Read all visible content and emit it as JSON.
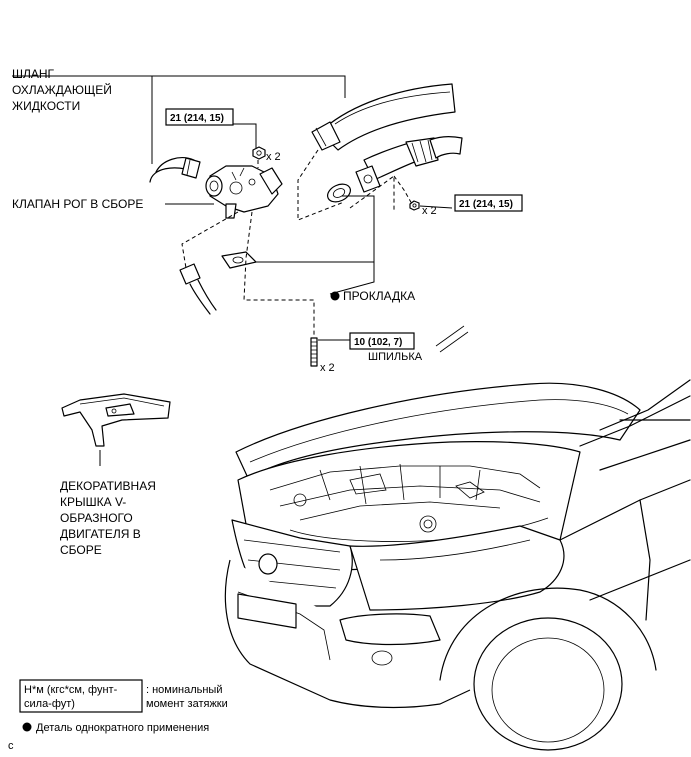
{
  "labels": {
    "hose": [
      "ШЛАНГ",
      "ОХЛАЖДАЮЩЕЙ",
      "ЖИДКОСТИ"
    ],
    "valve": "КЛАПАН РОГ В СБОРЕ",
    "gasket": "ПРОКЛАДКА",
    "stud": "ШПИЛЬКА",
    "cover": [
      "ДЕКОРАТИВНАЯ",
      "КРЫШКА V-",
      "ОБРАЗНОГО",
      "ДВИГАТЕЛЯ В",
      "СБОРЕ"
    ]
  },
  "torque_boxes": {
    "nut_top": "21 (214, 15)",
    "nut_right": "21 (214, 15)",
    "stud": "10 (102, 7)"
  },
  "quantities": {
    "nut_top": "x 2",
    "nut_right": "x 2",
    "stud": "x 2"
  },
  "legend": {
    "torque_box": [
      "Н*м (кгс*см, фунт-",
      "сила-фут)"
    ],
    "torque_text": [
      ": номинальный",
      "момент затяжки"
    ],
    "non_reusable": "Деталь однократного применения"
  },
  "corner_mark": "c"
}
